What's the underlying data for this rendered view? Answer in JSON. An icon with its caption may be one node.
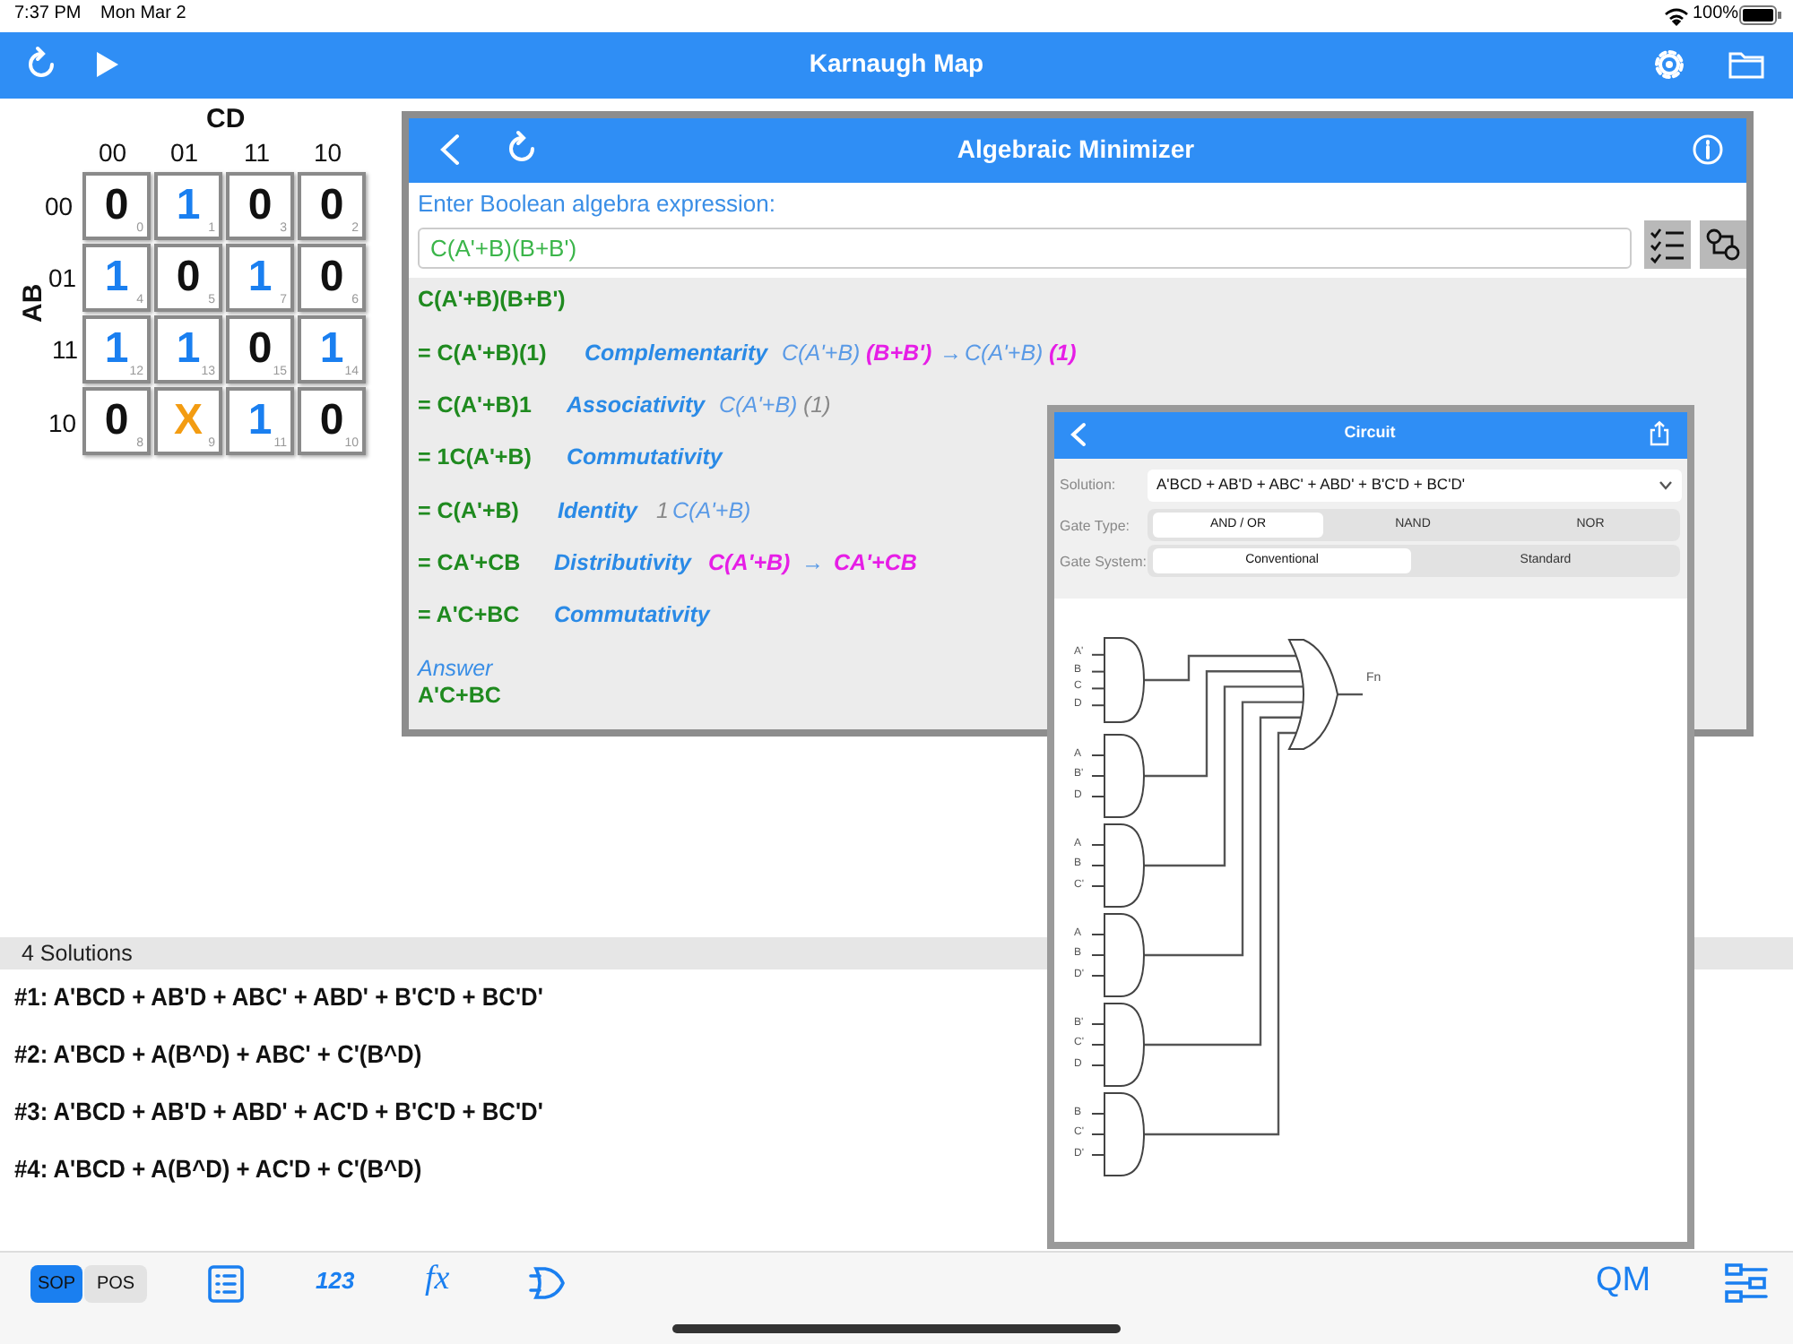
{
  "diagram": {
    "title": "Karnaugh Map",
    "nodes": [
      {
        "text": [
          "0",
          "0"
        ]
      },
      {
        "text": [
          "1",
          "1"
        ]
      },
      {
        "text": [
          "0",
          "3"
        ]
      },
      {
        "text": [
          "0",
          "2"
        ]
      },
      {
        "text": [
          "1",
          "4"
        ]
      },
      {
        "text": [
          "0",
          "5"
        ]
      },
      {
        "text": [
          "1",
          "7"
        ]
      },
      {
        "text": [
          "0",
          "6"
        ]
      },
      {
        "text": [
          "1",
          "12"
        ]
      },
      {
        "text": [
          "1",
          "13"
        ]
      },
      {
        "text": [
          "0",
          "15"
        ]
      },
      {
        "text": [
          "1",
          "14"
        ]
      },
      {
        "text": [
          "0",
          "8"
        ]
      },
      {
        "text": [
          "X",
          "9"
        ]
      },
      {
        "text": [
          "1",
          "11"
        ]
      },
      {
        "text": [
          "0",
          "10"
        ]
      },
      {
        "text": [],
        "shape": "gate",
        "beside": [
          "A'",
          "B",
          "C",
          "D"
        ]
      },
      {
        "text": [],
        "shape": "gate",
        "beside": [
          "A",
          "B'",
          "D"
        ]
      },
      {
        "text": [],
        "shape": "gate",
        "beside": [
          "A",
          "B",
          "C'"
        ]
      },
      {
        "text": [],
        "shape": "gate",
        "beside": [
          "A",
          "B",
          "D'"
        ]
      },
      {
        "text": [],
        "shape": "gate",
        "beside": [
          "B'",
          "C'",
          "D"
        ]
      },
      {
        "text": [],
        "shape": "gate",
        "beside": [
          "B",
          "C'",
          "D'"
        ]
      },
      {
        "text": [],
        "shape": "gate"
      },
      {
        "text": [
          "Fn"
        ]
      }
    ],
    "edges": [
      {
        "from": 16,
        "to": 22,
        "arrow": "none"
      },
      {
        "from": 17,
        "to": 22,
        "arrow": "none"
      },
      {
        "from": 18,
        "to": 22,
        "arrow": "none"
      },
      {
        "from": 19,
        "to": 22,
        "arrow": "none"
      },
      {
        "from": 20,
        "to": 22,
        "arrow": "none"
      },
      {
        "from": 21,
        "to": 22,
        "arrow": "none"
      },
      {
        "from": 22,
        "to": 23,
        "arrow": "none"
      }
    ],
    "labels": [
      "7:37 PM",
      "Mon Mar 2",
      "100%",
      "CD",
      "00",
      "01",
      "11",
      "10",
      "AB",
      "00",
      "01",
      "11",
      "10",
      "Algebraic Minimizer",
      "Enter Boolean algebra expression:",
      "C(A'+B)(B+B')",
      "C(A'+B)(B+B')",
      "= C(A'+B)(1)",
      "Complementarity",
      "C(A'+B)",
      "(B+B')",
      "→",
      "C(A'+B)",
      "(1)",
      "= C(A'+B)1",
      "Associativity",
      "C(A'+B)",
      "(1)",
      "= 1C(A'+B)",
      "Commutativity",
      "= C(A'+B)",
      "Identity",
      "1",
      "C(A'+B)",
      "= CA'+CB",
      "Distributivity",
      "C(A'+B)",
      "→",
      "CA'+CB",
      "= A'C+BC",
      "Commutativity",
      "Answer",
      "A'C+BC",
      "Circuit",
      "Solution:",
      "A'BCD + AB'D + ABC' + ABD' + B'C'D + BC'D'",
      "Gate Type:",
      "AND / OR",
      "NAND",
      "NOR",
      "Gate System:",
      "Conventional",
      "Standard",
      "4 Solutions",
      "#1:  A'BCD + AB'D + ABC' + ABD' + B'C'D + BC'D'",
      "#2:  A'BCD + A(B^D) + ABC' + C'(B^D)",
      "#3:  A'BCD + AB'D + ABD' + AC'D + B'C'D + BC'D'",
      "#4:  A'BCD + A(B^D) + AC'D + C'(B^D)",
      "SOP",
      "POS",
      "123",
      "fx",
      "QM"
    ]
  }
}
